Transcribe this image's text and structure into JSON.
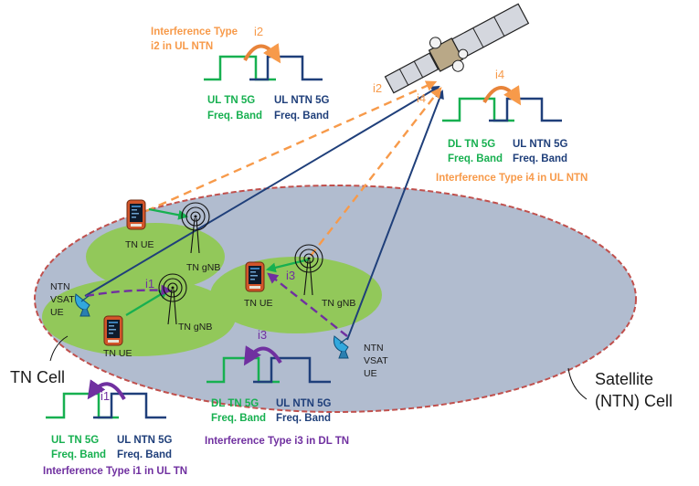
{
  "colors": {
    "tn_green": "#17b050",
    "ntn_blue": "#1f3f7a",
    "interference_orange": "#f79a4a",
    "interference_purple": "#7030a0",
    "satellite_cell_fill": "#b1bccf",
    "satellite_cell_border": "#c0504d",
    "tn_cell_fill": "#92c85a"
  },
  "interference_blocks": {
    "i2": {
      "tag": "i2",
      "title_line1": "Interference Type",
      "title_line2": "i2 in UL NTN",
      "left_band_line1": "UL TN 5G",
      "left_band_line2": "Freq. Band",
      "right_band_line1": "UL NTN 5G",
      "right_band_line2": "Freq. Band"
    },
    "i4": {
      "tag": "i4",
      "title": "Interference Type i4 in UL NTN",
      "left_band_line1": "DL TN 5G",
      "left_band_line2": "Freq. Band",
      "right_band_line1": "UL NTN 5G",
      "right_band_line2": "Freq. Band"
    },
    "i3": {
      "tag": "i3",
      "title": "Interference Type i3 in DL TN",
      "left_band_line1": "DL TN 5G",
      "left_band_line2": "Freq. Band",
      "right_band_line1": "UL NTN 5G",
      "right_band_line2": "Freq. Band"
    },
    "i1": {
      "tag": "i1",
      "title": "Interference Type i1 in UL TN",
      "left_band_line1": "UL TN 5G",
      "left_band_line2": "Freq. Band",
      "right_band_line1": "UL NTN 5G",
      "right_band_line2": "Freq. Band"
    }
  },
  "link_tags": {
    "i2": "i2",
    "i4": "i4",
    "i1": "i1",
    "i3": "i3"
  },
  "nodes": {
    "tn_ue_top": "TN UE",
    "tn_gnb_top": "TN gNB",
    "tn_gnb_left": "TN gNB",
    "tn_ue_left": "TN UE",
    "tn_ue_right": "TN UE",
    "tn_gnb_right": "TN gNB",
    "vsat_left": [
      "NTN",
      "VSAT",
      "UE"
    ],
    "vsat_right": [
      "NTN",
      "VSAT",
      "UE"
    ]
  },
  "cells": {
    "tn_cell": "TN Cell",
    "satellite_cell_line1": "Satellite",
    "satellite_cell_line2": "(NTN) Cell"
  }
}
